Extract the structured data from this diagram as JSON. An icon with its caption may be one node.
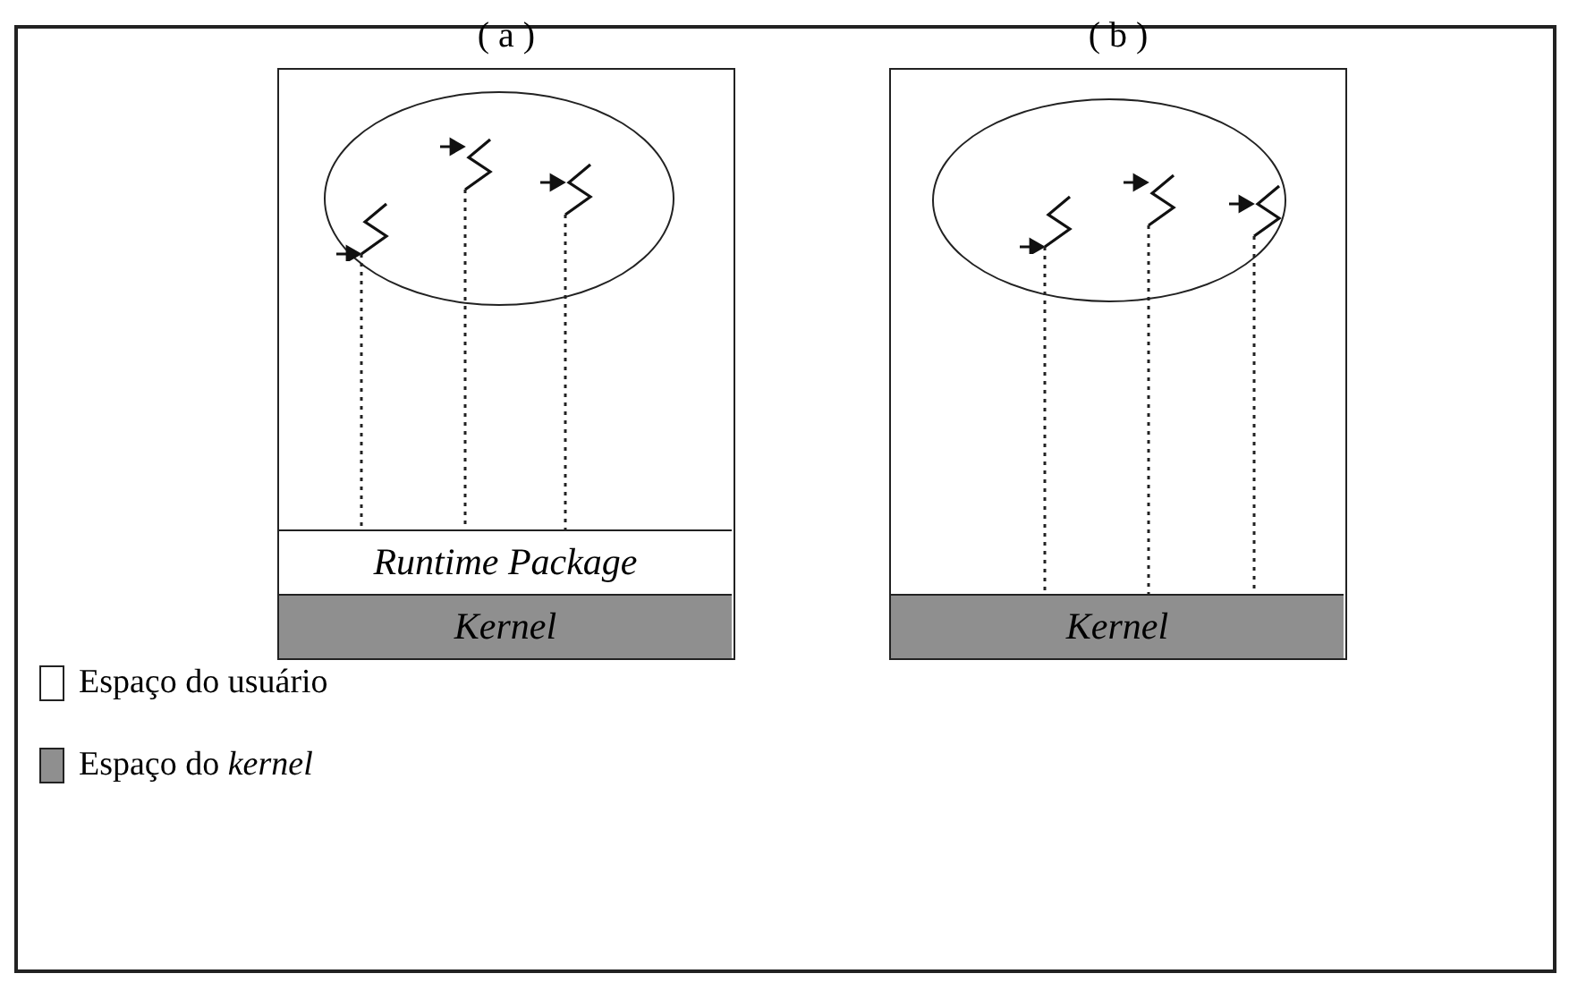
{
  "diagram": {
    "nodes": [
      {
        "text": [
          "( a )"
        ]
      },
      {
        "text": [],
        "shape": "ellipse",
        "in": 0
      },
      {
        "text": [],
        "shape": "squiggle",
        "in": 1
      },
      {
        "text": [],
        "shape": "squiggle",
        "in": 1
      },
      {
        "text": [],
        "shape": "squiggle",
        "in": 1
      },
      {
        "text": [
          "Runtime Package"
        ],
        "in": 0
      },
      {
        "text": [
          "Kernel"
        ],
        "in": 0
      },
      {
        "text": [
          "( b )"
        ]
      },
      {
        "text": [],
        "shape": "ellipse",
        "in": 7
      },
      {
        "text": [],
        "shape": "squiggle",
        "in": 8
      },
      {
        "text": [],
        "shape": "squiggle",
        "in": 8
      },
      {
        "text": [],
        "shape": "squiggle",
        "in": 8
      },
      {
        "text": [
          "Kernel"
        ],
        "in": 7
      }
    ],
    "edges": [
      {
        "from": 2,
        "to": 5,
        "arrow": "none",
        "style": "dashed"
      },
      {
        "from": 3,
        "to": 5,
        "arrow": "none",
        "style": "dashed"
      },
      {
        "from": 4,
        "to": 5,
        "arrow": "none",
        "style": "dashed"
      },
      {
        "from": 9,
        "to": 12,
        "arrow": "none",
        "style": "dashed"
      },
      {
        "from": 10,
        "to": 12,
        "arrow": "none",
        "style": "dashed"
      },
      {
        "from": 11,
        "to": 12,
        "arrow": "none",
        "style": "dashed"
      }
    ],
    "legend": [
      {
        "text": "Espaço do usuário",
        "color": "#ffffff"
      },
      {
        "text": "Espaço do *kernel*",
        "color": "#8f8f8f"
      }
    ]
  }
}
